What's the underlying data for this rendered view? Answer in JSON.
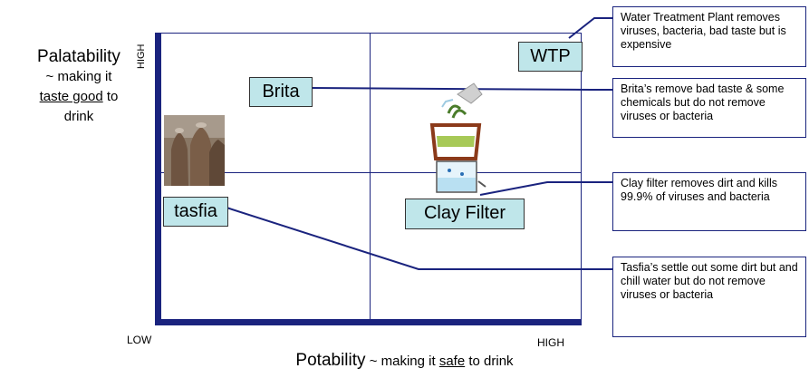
{
  "axes": {
    "y_title": "Palatability",
    "y_sub_prefix": "~ making it",
    "y_sub_underlined": "taste good",
    "y_sub_suffix": "to",
    "y_sub_end": "drink",
    "y_high": "HIGH",
    "x_low": "LOW",
    "x_high": "HIGH",
    "x_title": "Potability",
    "x_sub_prefix": "~ making it",
    "x_sub_underlined": "safe",
    "x_sub_suffix": "to drink"
  },
  "items": {
    "wtp": "WTP",
    "brita": "Brita",
    "tasfia": "tasfia",
    "clay": "Clay Filter"
  },
  "callouts": {
    "wtp": "Water Treatment Plant removes viruses, bacteria, bad taste but is expensive",
    "brita": "Brita’s remove bad taste & some chemicals but do not remove viruses or bacteria",
    "clay": "Clay filter removes dirt and kills 99.9% of viruses and bacteria",
    "tasfia": "Tasfia’s settle out some dirt but and chill water but do not remove viruses or bacteria"
  },
  "colors": {
    "axis": "#1a237e",
    "label_fill": "#bfe6ea"
  }
}
